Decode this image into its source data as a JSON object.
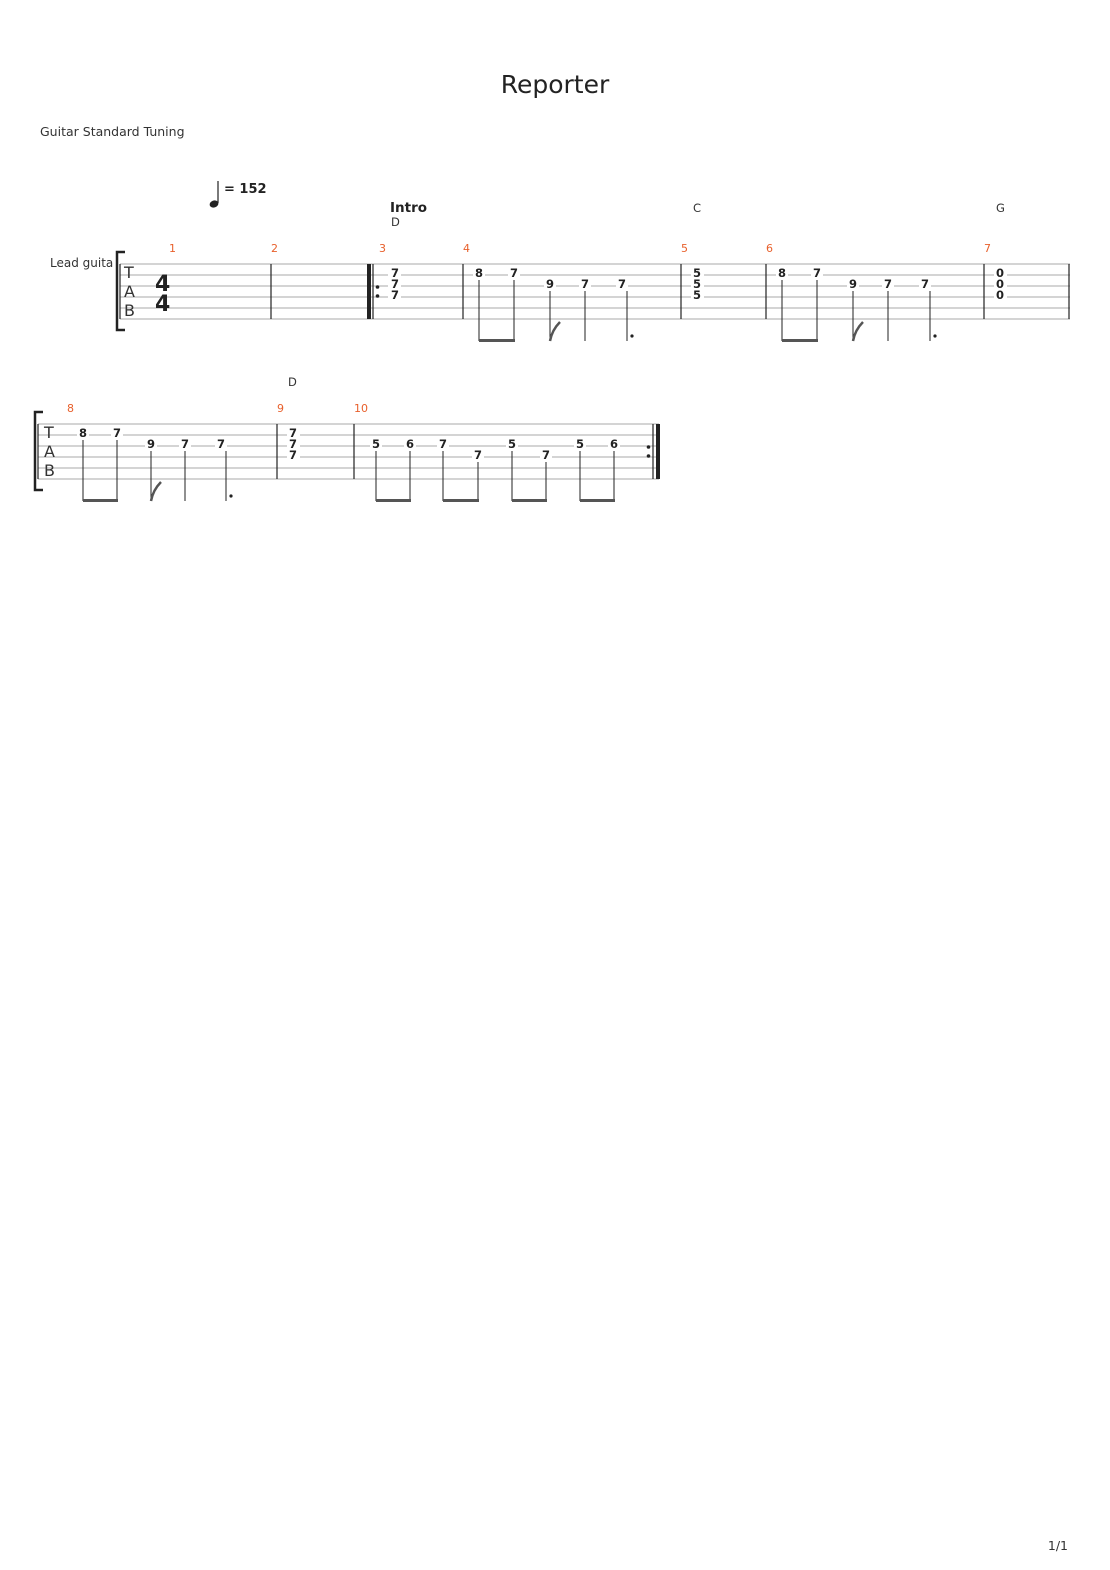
{
  "title": "Reporter",
  "tuning": "Guitar Standard Tuning",
  "page": "1/1",
  "tempo": {
    "symbol": "quarter-note",
    "value": "= 152"
  },
  "track": "Lead guita",
  "time_signature": {
    "top": "4",
    "bottom": "4"
  },
  "tab_letters": [
    "T",
    "A",
    "B"
  ],
  "section": "Intro",
  "chords": [
    "D",
    "C",
    "G",
    "D"
  ],
  "measures": {
    "system1": [
      "1",
      "2",
      "3",
      "4",
      "5",
      "6",
      "7"
    ],
    "system2": [
      "8",
      "9",
      "10"
    ]
  },
  "notes": {
    "m3": [
      "7",
      "7",
      "7"
    ],
    "m4": [
      "8",
      "7",
      "9",
      "7",
      "7"
    ],
    "m5": [
      "5",
      "5",
      "5"
    ],
    "m6": [
      "8",
      "7",
      "9",
      "7",
      "7"
    ],
    "m7": [
      "0",
      "0",
      "0"
    ],
    "m8": [
      "8",
      "7",
      "9",
      "7",
      "7"
    ],
    "m9": [
      "7",
      "7",
      "7"
    ],
    "m10": [
      "5",
      "6",
      "7",
      "7",
      "5",
      "7",
      "5",
      "6"
    ]
  },
  "colors": {
    "measure_number": "#e8602c",
    "staff_line": "#aaaaaa",
    "ink": "#222222"
  }
}
